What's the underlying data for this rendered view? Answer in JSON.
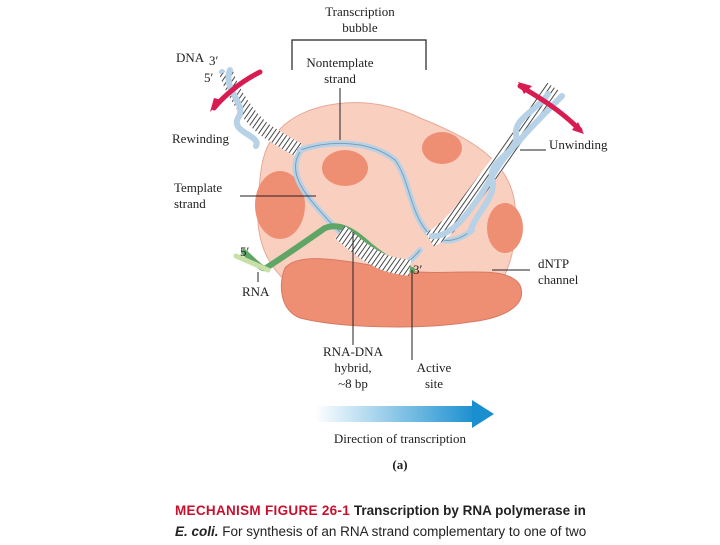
{
  "diagram": {
    "labels": {
      "transcription_bubble": "Transcription\nbubble",
      "dna": "DNA",
      "three_prime_top": "3′",
      "five_prime_top": "5′",
      "nontemplate_strand": "Nontemplate\nstrand",
      "rewinding": "Rewinding",
      "unwinding": "Unwinding",
      "template_strand": "Template\nstrand",
      "five_prime_rna": "5′",
      "rna": "RNA",
      "three_prime_rna": "3′",
      "dntp_channel": "dNTP\nchannel",
      "rna_dna_hybrid": "RNA-DNA\nhybrid,\n~8 bp",
      "active_site": "Active\nsite",
      "direction": "Direction of transcription",
      "panel": "(a)"
    },
    "colors": {
      "enzyme_light": "#f9cfc0",
      "enzyme_dark": "#ee8f74",
      "rna_green": "#5fa565",
      "dna_blue": "#b7d2e6",
      "arrow_pink": "#d81b50",
      "arrow_blue": "#1a8fd0"
    }
  },
  "caption": {
    "figure_label": "MECHANISM FIGURE 26-1",
    "title": "Transcription by RNA polymerase in",
    "species": "E. coli.",
    "text": "For synthesis of an RNA strand complementary to one of two"
  }
}
